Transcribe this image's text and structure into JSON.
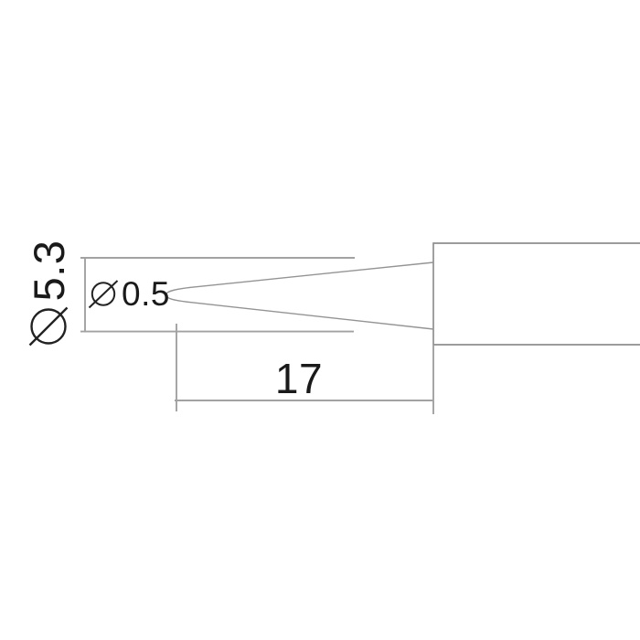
{
  "page": {
    "background": "#ffffff",
    "description": "Technical dimension drawing of a conical soldering iron tip, side view, no arrowheads"
  },
  "drawing": {
    "labels": {
      "shank_diameter": {
        "symbol": "⌀",
        "value": "5.3",
        "full_text": "⌀5.3",
        "orientation": "rotated-90-ccw"
      },
      "tip_diameter": {
        "symbol": "⌀",
        "value": "0.5",
        "full_text": "⌀0.5",
        "orientation": "horizontal"
      },
      "tip_length": {
        "value": "17",
        "full_text": "17",
        "orientation": "horizontal"
      }
    },
    "colors": {
      "line_gray": "#969696",
      "extension_gray": "#a2a2a2",
      "text": "#1a1a1a",
      "background": "#ffffff"
    }
  }
}
